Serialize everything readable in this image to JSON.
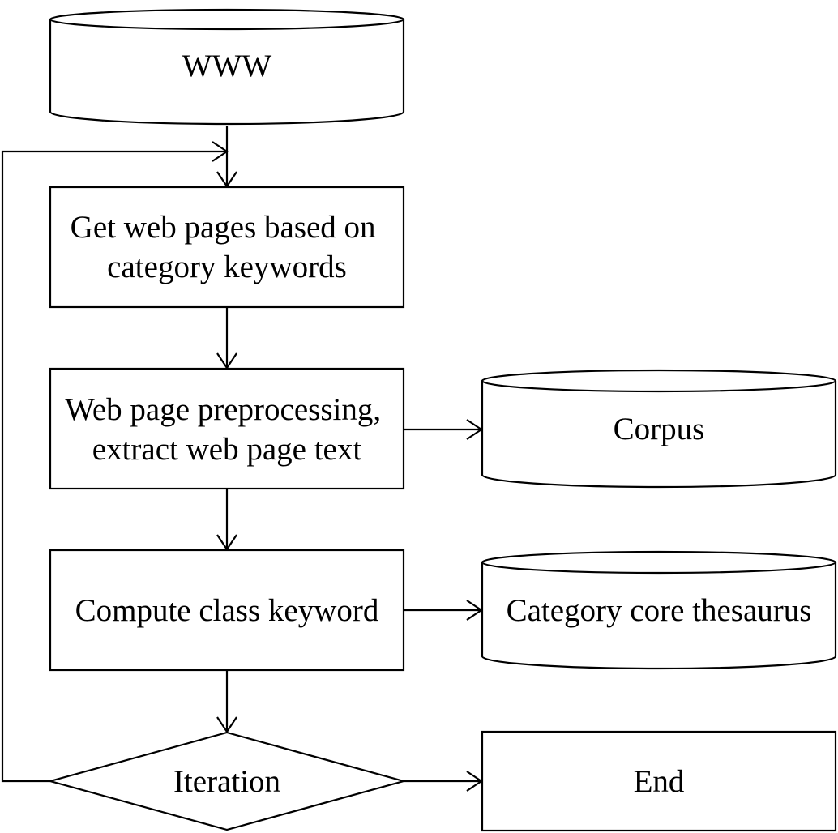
{
  "nodes": {
    "www": {
      "label": "WWW"
    },
    "get_pages": {
      "lines": [
        "Get web pages based on",
        "category keywords"
      ]
    },
    "preprocess": {
      "lines": [
        "Web page preprocessing,",
        "extract web page text"
      ]
    },
    "corpus": {
      "label": "Corpus"
    },
    "compute": {
      "label": "Compute class keyword"
    },
    "thesaurus": {
      "label": "Category core thesaurus"
    },
    "iteration": {
      "label": "Iteration"
    },
    "end": {
      "label": "End"
    }
  }
}
